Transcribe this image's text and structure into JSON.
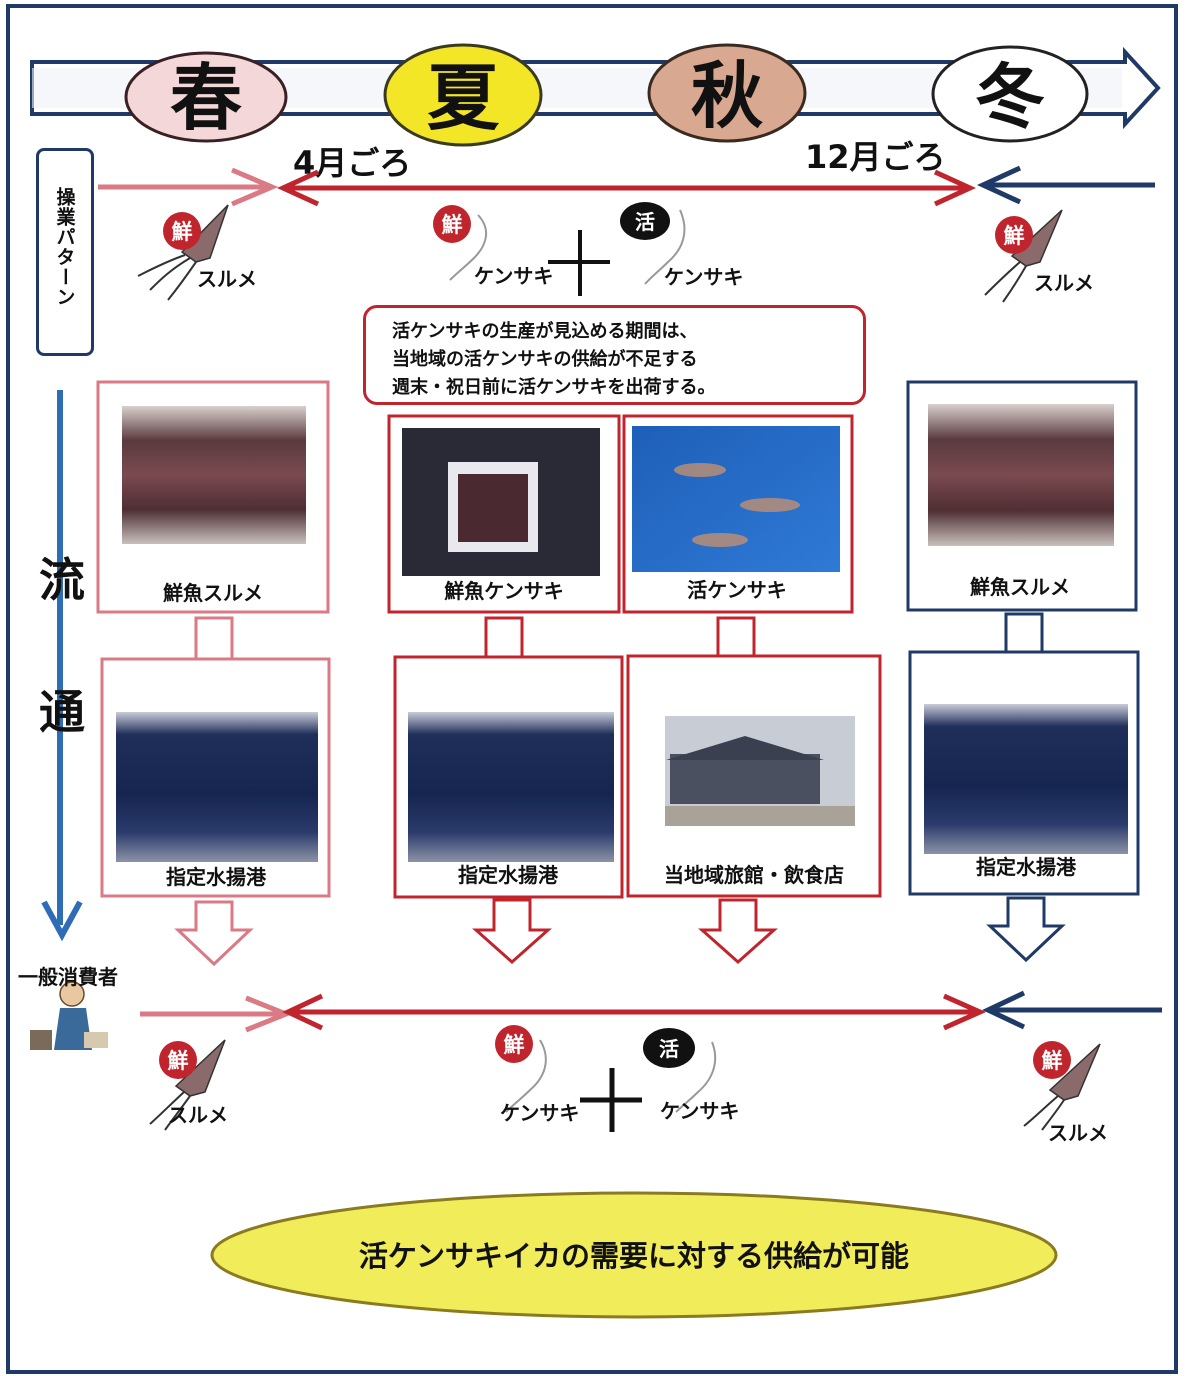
{
  "seasons": [
    {
      "label": "春",
      "color": "#f3d7d9"
    },
    {
      "label": "夏",
      "color": "#f3e626"
    },
    {
      "label": "秋",
      "color": "#d8a890"
    },
    {
      "label": "冬",
      "color": "#ffffff"
    }
  ],
  "period_start": "4月ごろ",
  "period_end": "12月ごろ",
  "operation_pattern_label": "操業パターン",
  "distribution_label_1": "流",
  "distribution_label_2": "通",
  "badges": {
    "fresh": "鮮",
    "live": "活"
  },
  "species": {
    "surume": "スルメ",
    "kensaki": "ケンサキ"
  },
  "note": {
    "lines": [
      "活ケンサキの生産が見込める期間は、",
      "当地域の活ケンサキの供給が不足する",
      "週末・祝日前に活ケンサキを出荷する。"
    ]
  },
  "columns": [
    {
      "product": "鮮魚スルメ",
      "destination": "指定水揚港",
      "color": "#c0252d"
    },
    {
      "product": "鮮魚ケンサキ",
      "destination": "指定水揚港",
      "color": "#c0252d"
    },
    {
      "product": "活ケンサキ",
      "destination": "当地域旅館・飲食店",
      "color": "#c0252d"
    },
    {
      "product": "鮮魚スルメ",
      "destination": "指定水揚港",
      "color": "#1f3a66"
    }
  ],
  "consumer_label": "一般消費者",
  "conclusion": "活ケンサキイカの需要に対する供給が可能",
  "colors": {
    "navy": "#1f3a66",
    "red": "#c0252d",
    "pink": "#d97a84",
    "blue_axis": "#2e6db5",
    "ellipse_yellow": "#f1ec5a"
  }
}
